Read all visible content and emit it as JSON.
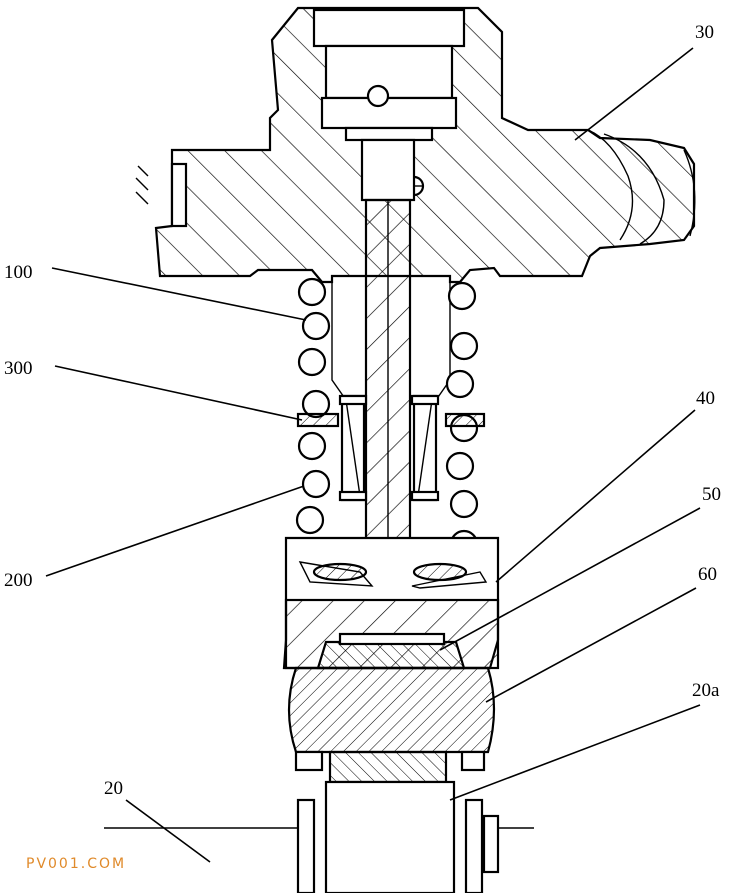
{
  "labels": {
    "l30": "30",
    "l100": "100",
    "l300": "300",
    "l40": "40",
    "l50": "50",
    "l60": "60",
    "l200": "200",
    "l20a": "20a",
    "l20": "20"
  },
  "watermark": "PV001.COM"
}
